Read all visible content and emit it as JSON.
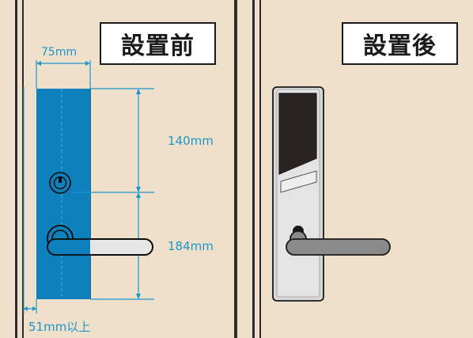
{
  "before": {
    "title": "設置前",
    "width_label": "75mm",
    "upper_height_label": "140mm",
    "lower_height_label": "184mm",
    "min_offset_label": "51mm以上"
  },
  "after": {
    "title": "設置後"
  },
  "colors": {
    "wall": "#efe0cb",
    "blue_area": "#0e81bd",
    "dimension": "#1d95c9",
    "handle": "#8a8a8a",
    "lock_body": "#d8d8d8",
    "screen": "#2b2223"
  },
  "icons": [
    "cylinder-lock-icon",
    "lever-handle-icon",
    "smart-lock-icon"
  ]
}
